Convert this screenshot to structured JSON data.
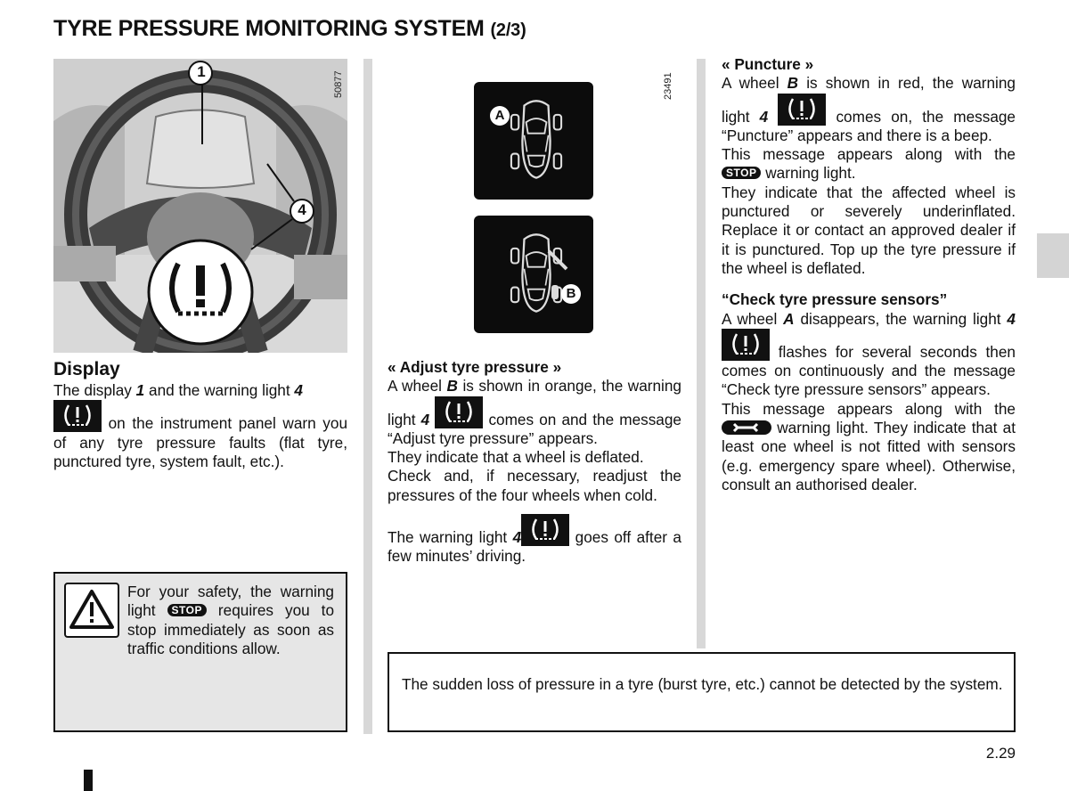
{
  "title": "TYRE PRESSURE MONITORING SYSTEM",
  "title_part": "(2/3)",
  "figure1": {
    "ref": "50877",
    "callouts": [
      "1",
      "4"
    ]
  },
  "figure2": {
    "ref": "23491",
    "wheel_labels": [
      "A",
      "B"
    ]
  },
  "display": {
    "heading": "Display",
    "t1": "The display ",
    "n1": "1",
    "t2": " and the warning light ",
    "n2": "4",
    "t3": " on the instrument panel warn you of any tyre pressure faults (flat tyre, punctured tyre, system fault, etc.)."
  },
  "warning_box": {
    "t1": "For your safety, the warning light ",
    "t2": " requires you to stop immediately as soon as traffic conditions allow."
  },
  "adjust": {
    "heading": "« Adjust tyre pressure »",
    "p1a": "A wheel ",
    "p1b": "B",
    "p1c": " is shown in orange, the warning light ",
    "p1d": "4",
    "p1e": " comes on and the message “Adjust tyre pressure” appears.",
    "p2": "They indicate that a wheel is deflated.",
    "p3": "Check and, if necessary, readjust the pressures of the four wheels when cold.",
    "p4a": "The warning light ",
    "p4b": "4",
    "p4c": " goes off after a few minutes’ driving."
  },
  "puncture": {
    "heading": "« Puncture »",
    "p1a": "A wheel ",
    "p1b": "B",
    "p1c": " is shown in red, the warning light ",
    "p1d": "4",
    "p1e": " comes on, the message “Puncture” appears and there is a beep.",
    "p2a": "This message appears along with the ",
    "p2b": " warning light.",
    "p3": "They indicate that the affected wheel is punctured or severely underinflated. Replace it or contact an approved dealer if it is punctured. Top up the tyre pressure if the wheel is deflated."
  },
  "sensors": {
    "heading": "“Check tyre pressure sensors”",
    "p1a": "A wheel ",
    "p1b": "A",
    "p1c": " disappears, the warning light ",
    "p1d": "4",
    "p1e": " flashes for several seconds then comes on continuously and the message “Check tyre pressure sensors” appears.",
    "p2a": "This message appears along with the ",
    "p2b": " warning light. They indicate that at least one wheel is not fitted with sensors (e.g. emergency spare wheel). Otherwise, consult an authorised dealer."
  },
  "stop_label": "STOP",
  "note": "The sudden loss of pressure in a tyre (burst tyre, etc.) cannot be detected by the system.",
  "page_number": "2.29"
}
